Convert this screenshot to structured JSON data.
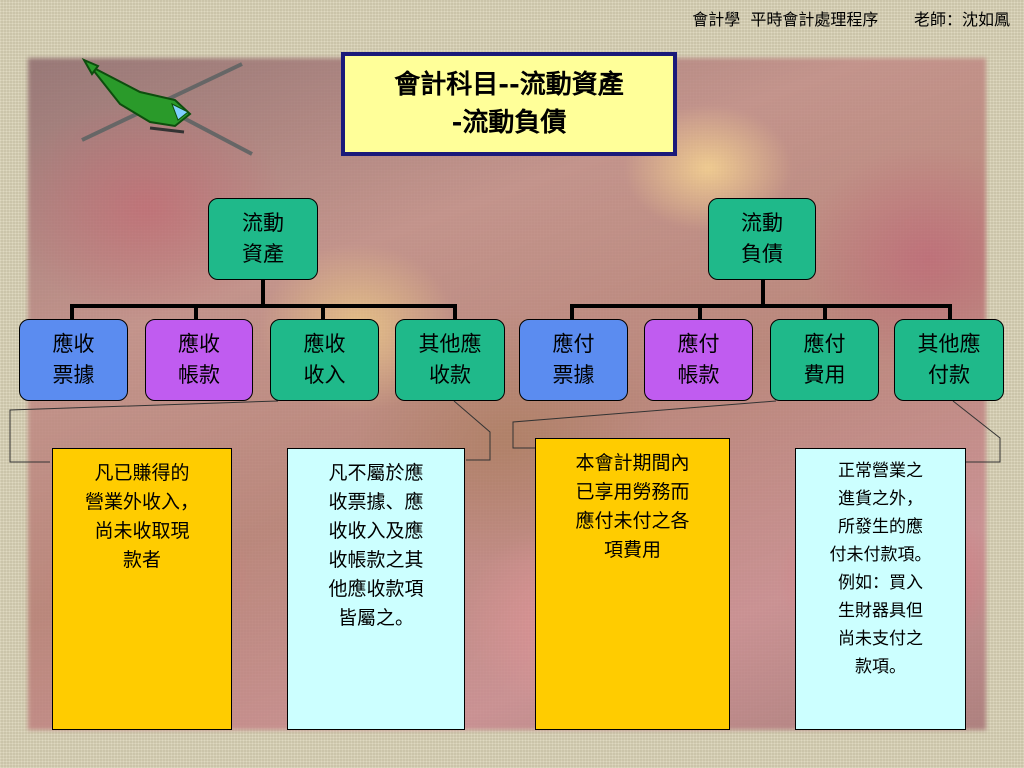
{
  "header": {
    "left": "會計學  平時會計處理程序",
    "right": "老師：沈如鳳"
  },
  "title": {
    "line1": "會計科目--流動資產",
    "line2": "-流動負債"
  },
  "groups": {
    "assets": {
      "root": [
        "流動",
        "資產"
      ],
      "children": [
        {
          "lines": [
            "應收",
            "票據"
          ],
          "color": "#5b8cf0"
        },
        {
          "lines": [
            "應收",
            "帳款"
          ],
          "color": "#c05cf0"
        },
        {
          "lines": [
            "應收",
            "收入"
          ],
          "color": "#1fb98a"
        },
        {
          "lines": [
            "其他應",
            "收款"
          ],
          "color": "#1fb98a"
        }
      ]
    },
    "liabilities": {
      "root": [
        "流動",
        "負債"
      ],
      "children": [
        {
          "lines": [
            "應付",
            "票據"
          ],
          "color": "#5b8cf0"
        },
        {
          "lines": [
            "應付",
            "帳款"
          ],
          "color": "#c05cf0"
        },
        {
          "lines": [
            "應付",
            "費用"
          ],
          "color": "#1fb98a"
        },
        {
          "lines": [
            "其他應",
            "付款"
          ],
          "color": "#1fb98a"
        }
      ]
    }
  },
  "notes": {
    "n1": {
      "lines": [
        "凡已賺得的",
        "營業外收入，",
        "尚未收取現",
        "款者"
      ]
    },
    "n2": {
      "lines": [
        "凡不屬於應",
        "收票據、應",
        "收收入及應",
        "收帳款之其",
        "他應收款項",
        "皆屬之。"
      ]
    },
    "n3": {
      "lines": [
        "本會計期間內",
        "已享用勞務而",
        "應付未付之各",
        "項費用"
      ]
    },
    "n4": {
      "lines": [
        "正常營業之",
        "進貨之外，",
        "所發生的應",
        "付未付款項。",
        "例如：買入",
        "生財器具但",
        "尚未支付之",
        "款項。"
      ]
    }
  },
  "colors": {
    "title_bg": "#ffff99",
    "title_border": "#1a1a7a",
    "teal": "#1fb98a",
    "blue": "#5b8cf0",
    "purple": "#c05cf0",
    "gold": "#ffcc00",
    "cyan": "#ccffff"
  }
}
